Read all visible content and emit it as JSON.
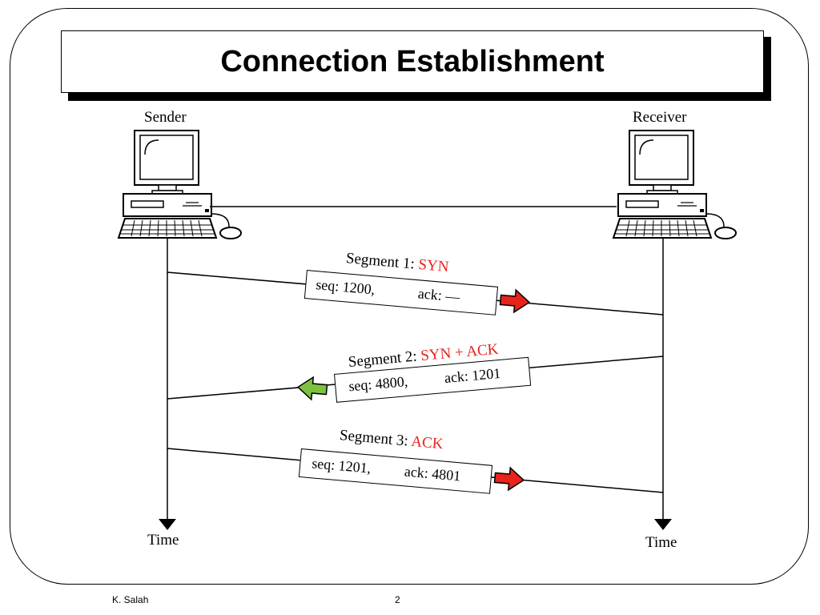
{
  "slide": {
    "title": "Connection Establishment",
    "footer_author": "K. Salah",
    "footer_page": "2"
  },
  "nodes": {
    "sender": {
      "label": "Sender",
      "icon": "desktop-computer-icon"
    },
    "receiver": {
      "label": "Receiver",
      "icon": "desktop-computer-icon"
    }
  },
  "timeline": {
    "sender_time_label": "Time",
    "receiver_time_label": "Time"
  },
  "segments": [
    {
      "prefix": "Segment 1: ",
      "flag": "SYN",
      "seq": "seq: 1200,",
      "ack": "ack: —",
      "direction": "sender-to-receiver",
      "arrow_color": "#e8231b"
    },
    {
      "prefix": "Segment 2: ",
      "flag": "SYN + ACK",
      "seq": "seq: 4800,",
      "ack": "ack: 1201",
      "direction": "receiver-to-sender",
      "arrow_color": "#7dc142"
    },
    {
      "prefix": "Segment 3: ",
      "flag": "ACK",
      "seq": "seq: 1201,",
      "ack": "ack: 4801",
      "direction": "sender-to-receiver",
      "arrow_color": "#e8231b"
    }
  ],
  "colors": {
    "flag_text": "#e8231b",
    "outline": "#000000"
  }
}
